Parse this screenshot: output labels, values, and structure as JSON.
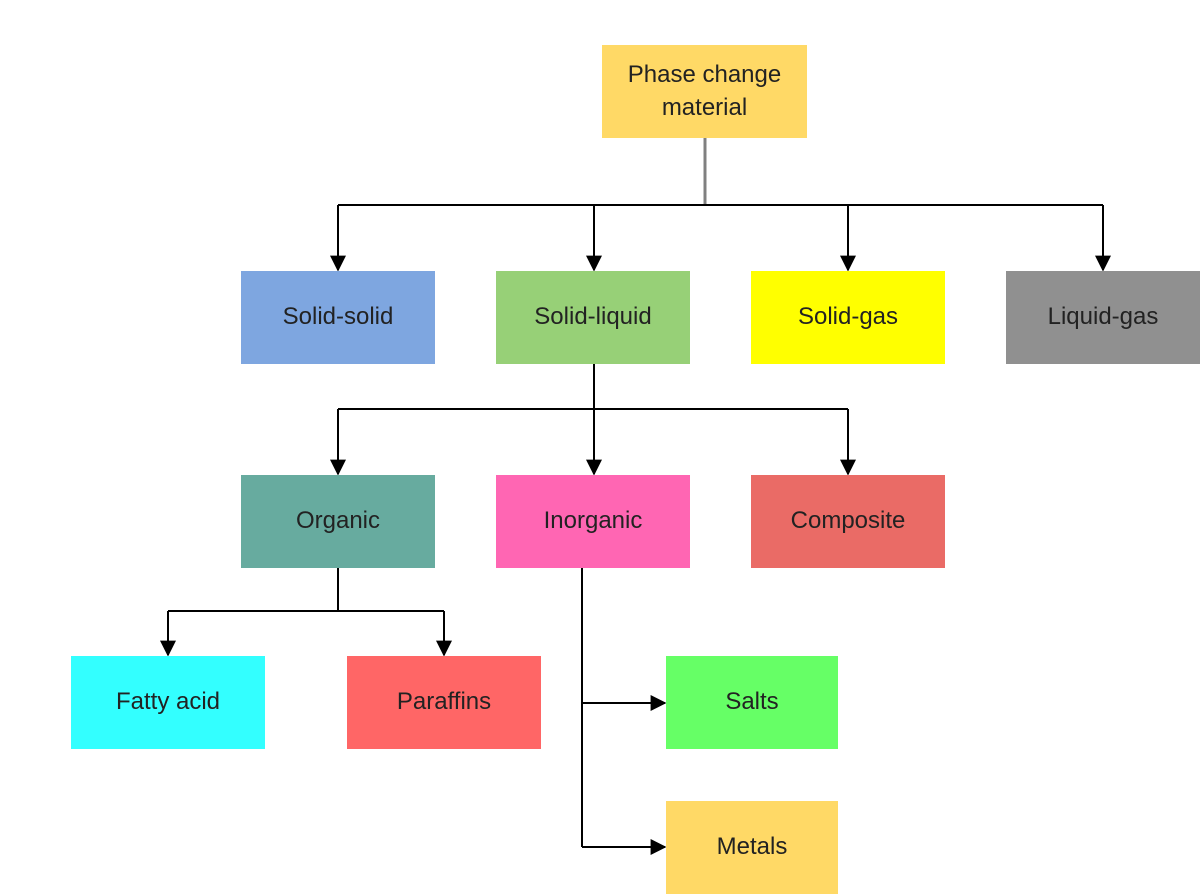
{
  "nodes": {
    "root": {
      "label": "Phase change material",
      "color": "#FFD966"
    },
    "solid_solid": {
      "label": "Solid-solid",
      "color": "#7EA6E0"
    },
    "solid_liquid": {
      "label": "Solid-liquid",
      "color": "#97D077"
    },
    "solid_gas": {
      "label": "Solid-gas",
      "color": "#FFFF00"
    },
    "liquid_gas": {
      "label": "Liquid-gas",
      "color": "#909090"
    },
    "organic": {
      "label": "Organic",
      "color": "#67AB9F"
    },
    "inorganic": {
      "label": "Inorganic",
      "color": "#FF66B3"
    },
    "composite": {
      "label": "Composite",
      "color": "#EA6B66"
    },
    "fatty_acid": {
      "label": "Fatty acid",
      "color": "#33FFFF"
    },
    "paraffins": {
      "label": "Paraffins",
      "color": "#FF6666"
    },
    "salts": {
      "label": "Salts",
      "color": "#66FF66"
    },
    "metals": {
      "label": "Metals",
      "color": "#FFD966"
    }
  }
}
